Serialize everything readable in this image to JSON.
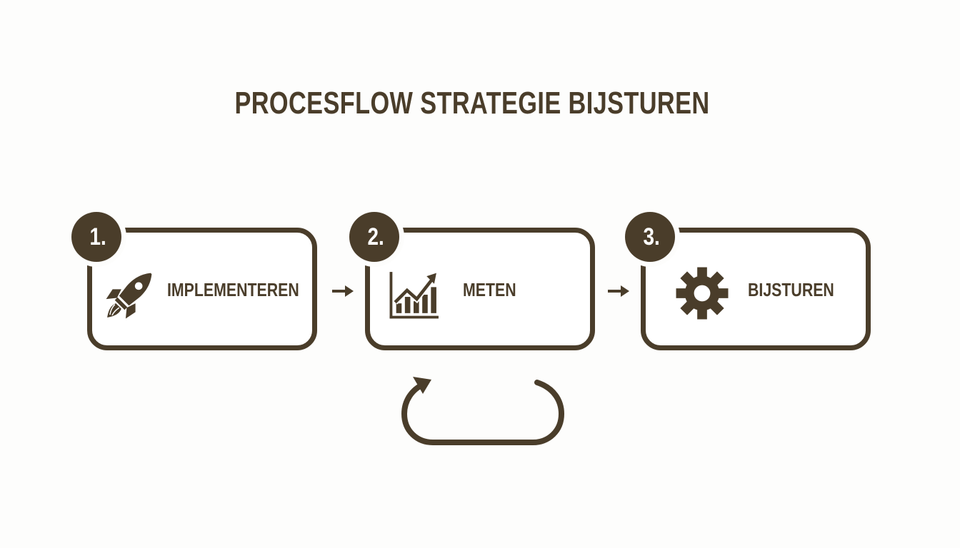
{
  "title": "PROCESFLOW STRATEGIE BIJSTUREN",
  "colors": {
    "primary": "#4a3d2a",
    "background": "#fdfdfc",
    "box_fill": "#ffffff",
    "badge_text": "#ffffff"
  },
  "steps": [
    {
      "number": "1.",
      "label": "IMPLEMENTEREN",
      "icon": "rocket-icon"
    },
    {
      "number": "2.",
      "label": "METEN",
      "icon": "bar-chart-trend-up-icon"
    },
    {
      "number": "3.",
      "label": "BIJSTUREN",
      "icon": "gear-icon"
    }
  ],
  "connectors": [
    {
      "from": "1.",
      "to": "2.",
      "icon": "arrow-right-icon"
    },
    {
      "from": "2.",
      "to": "3.",
      "icon": "arrow-right-icon"
    }
  ],
  "loop": {
    "icon": "cycle-loop-arrow-icon",
    "under_step": "2."
  }
}
